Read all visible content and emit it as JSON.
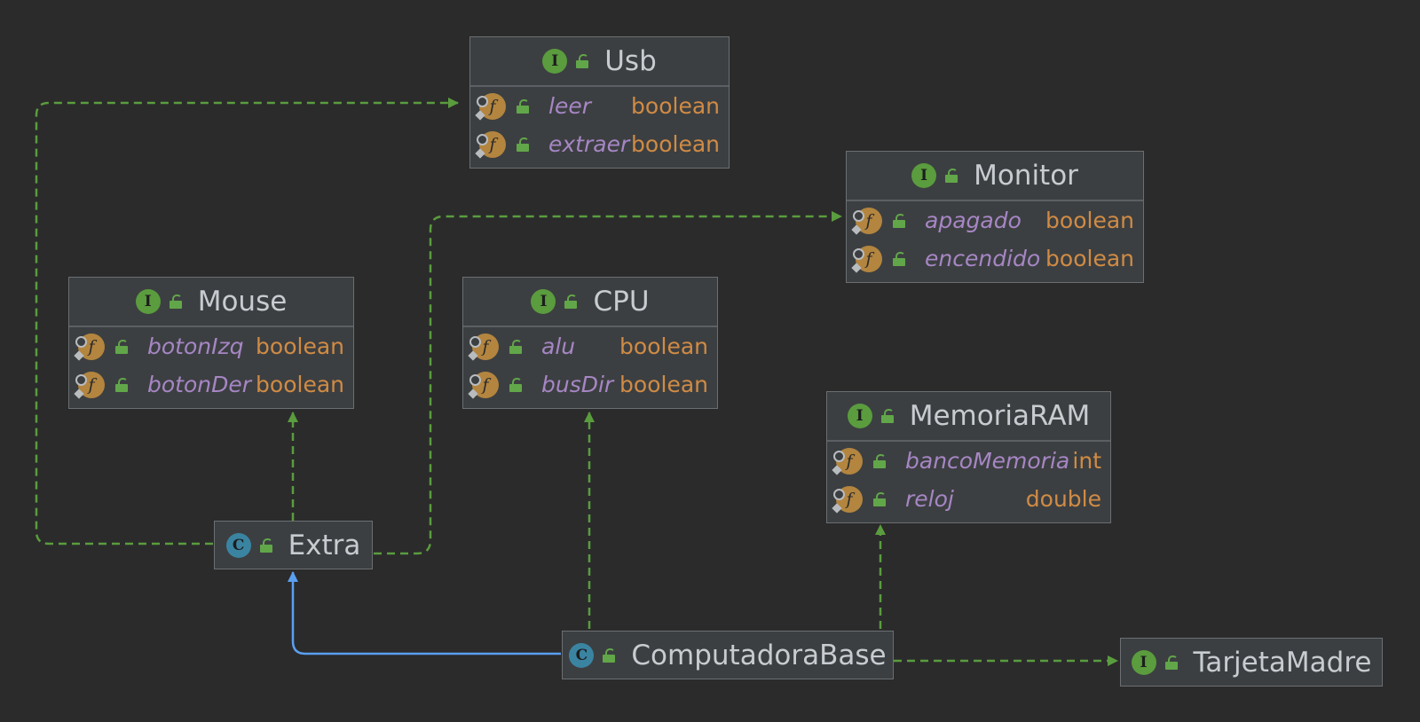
{
  "diagram": {
    "colors": {
      "background": "#2b2b2b",
      "dependency_edge": "#5a9c3e",
      "inheritance_edge": "#5b9ff0",
      "field_name": "#a686c4",
      "field_type": "#d08b45"
    },
    "nodes": {
      "usb": {
        "kind": "I",
        "name": "Usb",
        "fields": [
          {
            "name": "leer",
            "type": "boolean"
          },
          {
            "name": "extraer",
            "type": "boolean"
          }
        ]
      },
      "monitor": {
        "kind": "I",
        "name": "Monitor",
        "fields": [
          {
            "name": "apagado",
            "type": "boolean"
          },
          {
            "name": "encendido",
            "type": "boolean"
          }
        ]
      },
      "mouse": {
        "kind": "I",
        "name": "Mouse",
        "fields": [
          {
            "name": "botonIzq",
            "type": "boolean"
          },
          {
            "name": "botonDer",
            "type": "boolean"
          }
        ]
      },
      "cpu": {
        "kind": "I",
        "name": "CPU",
        "fields": [
          {
            "name": "alu",
            "type": "boolean"
          },
          {
            "name": "busDir",
            "type": "boolean"
          }
        ]
      },
      "memoria_ram": {
        "kind": "I",
        "name": "MemoriaRAM",
        "fields": [
          {
            "name": "bancoMemoria",
            "type": "int"
          },
          {
            "name": "reloj",
            "type": "double"
          }
        ]
      },
      "extra": {
        "kind": "C",
        "name": "Extra"
      },
      "computadora_base": {
        "kind": "C",
        "name": "ComputadoraBase"
      },
      "tarjeta_madre": {
        "kind": "I",
        "name": "TarjetaMadre"
      }
    },
    "edges": [
      {
        "from": "Extra",
        "to": "Usb",
        "type": "implements"
      },
      {
        "from": "Extra",
        "to": "Monitor",
        "type": "implements"
      },
      {
        "from": "Extra",
        "to": "Mouse",
        "type": "implements"
      },
      {
        "from": "ComputadoraBase",
        "to": "CPU",
        "type": "implements"
      },
      {
        "from": "ComputadoraBase",
        "to": "MemoriaRAM",
        "type": "implements"
      },
      {
        "from": "ComputadoraBase",
        "to": "TarjetaMadre",
        "type": "implements"
      },
      {
        "from": "ComputadoraBase",
        "to": "Extra",
        "type": "extends"
      }
    ]
  }
}
